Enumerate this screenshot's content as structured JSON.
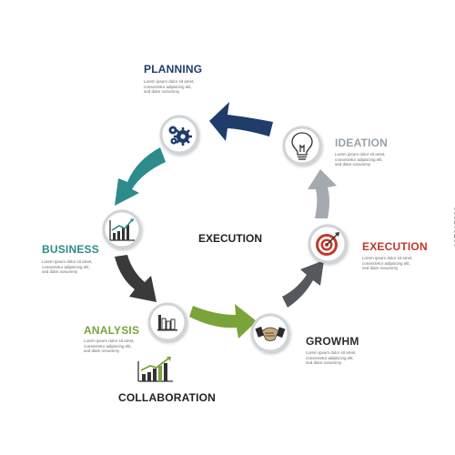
{
  "center_title": "EXECUTION",
  "side_id": "197215236",
  "stages": [
    {
      "name": "PLANNING",
      "color": "#1f3c6b",
      "icon": "gears-icon",
      "desc": "Lorem ipsum dolor sit amet,\nconsectetur adipiscing elit,\nsed diam nonummy"
    },
    {
      "name": "IDEATION",
      "color": "#9aa1a8",
      "icon": "lightbulb-icon",
      "desc": "Lorem ipsum dolor sit amet,\nconsectetur adipiscing elit,\nsed diam nonummy"
    },
    {
      "name": "EXECUTION",
      "color": "#c0392b",
      "icon": "target-icon",
      "desc": "Lorem ipsum dolor sit amet,\nconsectetur adipiscing elit,\nsed diam nonummy"
    },
    {
      "name": "GROWHM",
      "color": "#2b2b2b",
      "icon": "handshake-icon",
      "desc": "Lorem ipsum dolor sit amet,\nconsectetur adipiscing elit,\nsed diam nonummy"
    },
    {
      "name": "ANALYSIS",
      "color": "#7aa43a",
      "icon": "bar-chart-icon",
      "desc": "Lorem ipsum dolor sit amet,\nconsectetur adipiscing elit,\nsed diam nonummy"
    },
    {
      "name": "BUSINESS",
      "color": "#2e8b8b",
      "icon": "growth-chart-icon",
      "desc": "Lorem ipsum dolor sit amet,\nconsectetur adipiscing elit,\nsed diam nonummy"
    }
  ],
  "collaboration": {
    "label": "COLLABORATION",
    "icon": "growth-chart-icon"
  }
}
